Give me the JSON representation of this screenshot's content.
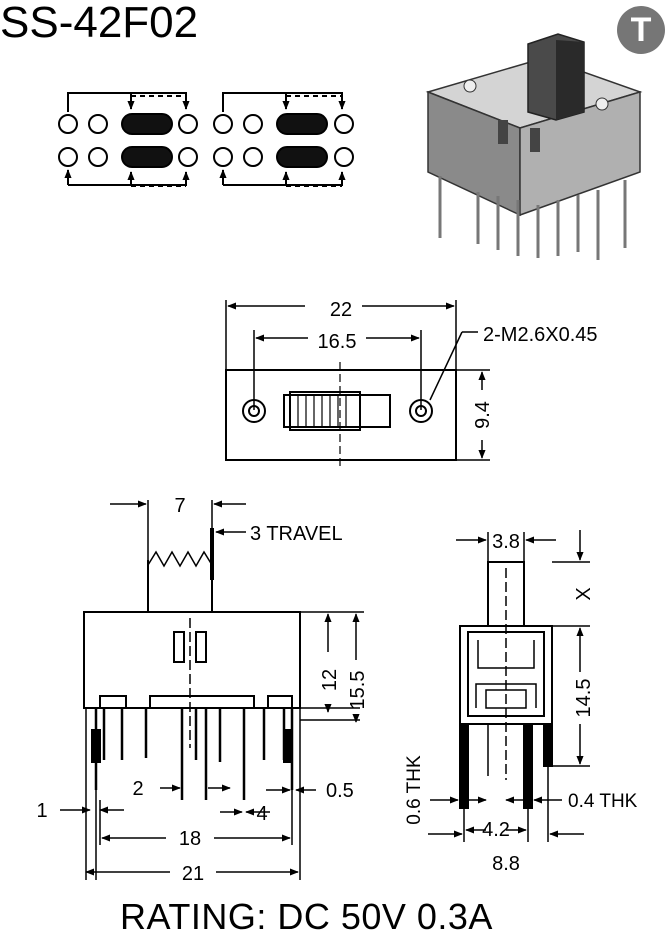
{
  "title": "SS-42F02",
  "logo_letter": "T",
  "rating": "RATING: DC 50V 0.3A",
  "top_view": {
    "overall_width": "22",
    "hole_spacing": "16.5",
    "mounting_holes": "2-M2.6X0.45",
    "height": "9.4"
  },
  "front_view": {
    "knob_width": "7",
    "travel": "3 TRAVEL",
    "body_height": "12",
    "total_height": "15.5",
    "pin_pitch": "2",
    "pin_thickness": "0.5",
    "group_pitch": "4",
    "edge_offset": "1",
    "pin_span": "18",
    "overall_width": "21"
  },
  "side_view": {
    "knob_width": "3.8",
    "knob_height": "X",
    "body_height": "14.5",
    "lead_thickness_left": "0.6 THK",
    "lead_thickness_right": "0.4 THK",
    "row_spacing": "4.2",
    "lead_span": "8.8"
  }
}
